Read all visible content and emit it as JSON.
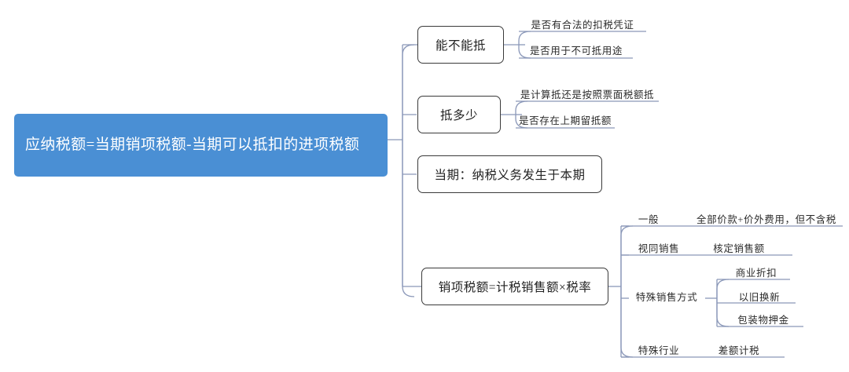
{
  "diagram": {
    "type": "mind-map",
    "title": "应纳税额=当期销项税额-当期可以抵扣的进项税额",
    "colors": {
      "root_fill": "#4a8fd4",
      "root_text": "#ffffff",
      "box_border": "#3a3a3a",
      "connector": "#8a97b8",
      "label_text": "#2b2b2b",
      "background": "#ffffff"
    }
  },
  "root": {
    "label": "应纳税额=当期销项税额-当期可以抵扣的进项税额"
  },
  "branches": [
    {
      "label": "能不能抵",
      "children": [
        {
          "label": "是否有合法的扣税凭证"
        },
        {
          "label": "是否用于不可抵用途"
        }
      ]
    },
    {
      "label": "抵多少",
      "children": [
        {
          "label": "是计算抵还是按照票面税额抵"
        },
        {
          "label": "是否存在上期留抵额"
        }
      ]
    },
    {
      "label": "当期：纳税义务发生于本期",
      "children": []
    },
    {
      "label": "销项税额=计税销售额×税率",
      "children": [
        {
          "label": "一般",
          "children": [
            {
              "label": "全部价款+价外费用，但不含税"
            }
          ]
        },
        {
          "label": "视同销售",
          "children": [
            {
              "label": "核定销售额"
            }
          ]
        },
        {
          "label": "特殊销售方式",
          "children": [
            {
              "label": "商业折扣"
            },
            {
              "label": "以旧换新"
            },
            {
              "label": "包装物押金"
            }
          ]
        },
        {
          "label": "特殊行业",
          "children": [
            {
              "label": "差额计税"
            }
          ]
        }
      ]
    }
  ]
}
